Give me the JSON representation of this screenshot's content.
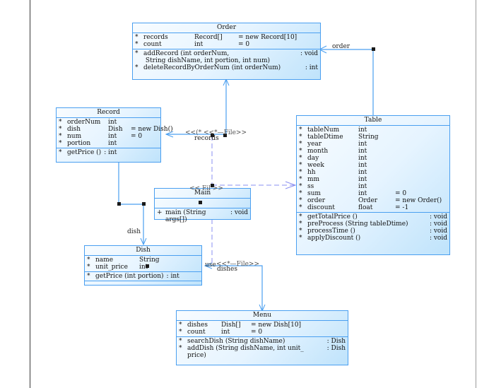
{
  "diagram": {
    "classes": {
      "order": {
        "name": "Order",
        "attributes": [
          {
            "vis": "*",
            "name": "records",
            "type": "Record[]",
            "default": "= new Record[10]"
          },
          {
            "vis": "*",
            "name": "count",
            "type": "int",
            "default": "= 0"
          }
        ],
        "operations": [
          {
            "vis": "*",
            "sig": "addRecord (int orderNum,\n String dishName, int portion, int num)",
            "ret": ": void"
          },
          {
            "vis": "*",
            "sig": "deleteRecordByOrderNum (int orderNum)",
            "ret": ": int"
          }
        ]
      },
      "record": {
        "name": "Record",
        "attributes": [
          {
            "vis": "*",
            "name": "orderNum",
            "type": "int",
            "default": ""
          },
          {
            "vis": "*",
            "name": "dish",
            "type": "Dish",
            "default": "= new Dish()"
          },
          {
            "vis": "*",
            "name": "num",
            "type": "int",
            "default": "= 0"
          },
          {
            "vis": "*",
            "name": "portion",
            "type": "int",
            "default": ""
          }
        ],
        "operations": [
          {
            "vis": "*",
            "sig": "getPrice ()",
            "ret": ": int"
          }
        ]
      },
      "table": {
        "name": "Table",
        "attributes": [
          {
            "vis": "*",
            "name": "tableNum",
            "type": "int",
            "default": ""
          },
          {
            "vis": "*",
            "name": "tableDtime",
            "type": "String",
            "default": ""
          },
          {
            "vis": "*",
            "name": "year",
            "type": "int",
            "default": ""
          },
          {
            "vis": "*",
            "name": "month",
            "type": "int",
            "default": ""
          },
          {
            "vis": "*",
            "name": "day",
            "type": "int",
            "default": ""
          },
          {
            "vis": "*",
            "name": "week",
            "type": "int",
            "default": ""
          },
          {
            "vis": "*",
            "name": "hh",
            "type": "int",
            "default": ""
          },
          {
            "vis": "*",
            "name": "mm",
            "type": "int",
            "default": ""
          },
          {
            "vis": "*",
            "name": "ss",
            "type": "int",
            "default": ""
          },
          {
            "vis": "*",
            "name": "sum",
            "type": "int",
            "default": "= 0"
          },
          {
            "vis": "*",
            "name": "order",
            "type": "Order",
            "default": "= new Order()"
          },
          {
            "vis": "*",
            "name": "discount",
            "type": "float",
            "default": "= -1"
          }
        ],
        "operations": [
          {
            "vis": "*",
            "sig": "getTotalPrice ()",
            "ret": ": void"
          },
          {
            "vis": "*",
            "sig": "preProcess (String tableDtime)",
            "ret": ": void"
          },
          {
            "vis": "*",
            "sig": "processTime ()",
            "ret": ": void"
          },
          {
            "vis": "*",
            "sig": "applyDiscount ()",
            "ret": ": void"
          }
        ]
      },
      "main": {
        "name": "Main",
        "operations": [
          {
            "vis": "+",
            "sig": "main (String args[])",
            "ret": ": void"
          }
        ]
      },
      "dish": {
        "name": "Dish",
        "attributes": [
          {
            "vis": "*",
            "name": "name",
            "type": "String",
            "default": ""
          },
          {
            "vis": "*",
            "name": "unit_price",
            "type": "int",
            "default": ""
          }
        ],
        "operations": [
          {
            "vis": "*",
            "sig": "getPrice (int portion)",
            "ret": ": int"
          }
        ]
      },
      "menu": {
        "name": "Menu",
        "attributes": [
          {
            "vis": "*",
            "name": "dishes",
            "type": "Dish[]",
            "default": "= new Dish[10]"
          },
          {
            "vis": "*",
            "name": "count",
            "type": "int",
            "default": "= 0"
          }
        ],
        "operations": [
          {
            "vis": "*",
            "sig": "searchDish (String dishName)",
            "ret": ": Dish"
          },
          {
            "vis": "*",
            "sig": "addDish (String dishName, int unit_\nprice)",
            "ret": ": Dish"
          }
        ]
      }
    },
    "labels": {
      "order_assoc": "order",
      "records_assoc": "records",
      "records_stereo": "<<*—File>>",
      "records_stereo2": "<<(*",
      "dish_assoc": "dish",
      "dishes_assoc": "dishes",
      "dishes_stereo": "<<*—File>>",
      "dishes_stereo_prefix": "use",
      "main_stereo": "<<  Fil  >>"
    },
    "colors": {
      "class_border": "#4a9ff0",
      "link_solid": "#4a9ff0",
      "link_dashed": "#8a8ff0"
    }
  }
}
